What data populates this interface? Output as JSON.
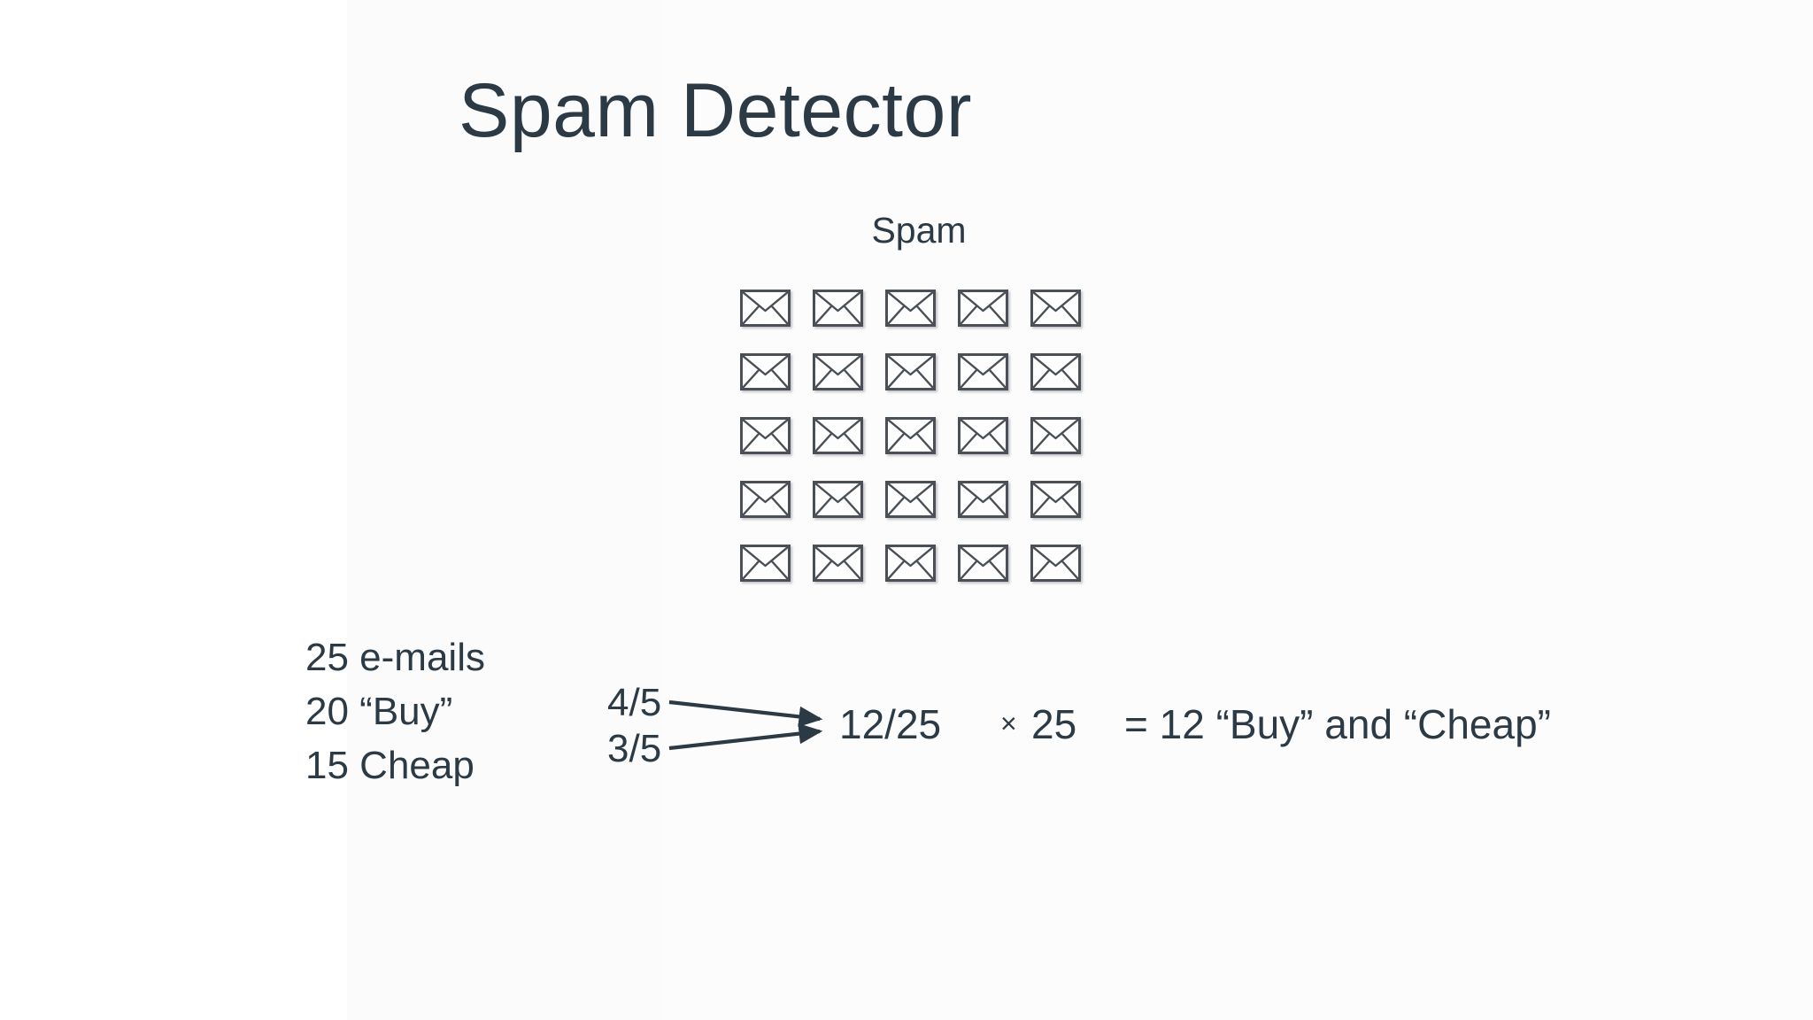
{
  "slide": {
    "title": "Spam Detector",
    "background_color": "#ffffff",
    "text_color": "#2b3a45"
  },
  "mail_group": {
    "label": "Spam",
    "rows": 5,
    "columns": 5,
    "total": 25,
    "icon": "envelope-icon"
  },
  "stats": {
    "line1": "25 e-mails",
    "line2": "20 “Buy”",
    "line3": "15 Cheap"
  },
  "fractions": {
    "buy_ratio": "4/5",
    "cheap_ratio": "3/5"
  },
  "equation": {
    "combined_ratio": "12/25",
    "times_symbol": "×",
    "total_emails": "25",
    "result": "= 12 “Buy” and “Cheap”"
  },
  "chart_data": {
    "type": "table",
    "title": "Spam Detector",
    "categories": [
      "e-mails",
      "“Buy”",
      "Cheap"
    ],
    "values": [
      25,
      20,
      15
    ],
    "derived": {
      "buy_fraction": "4/5",
      "cheap_fraction": "3/5",
      "joint_fraction": "12/25",
      "multiplier": 25,
      "expected_count": 12,
      "expected_label": "“Buy” and “Cheap”"
    },
    "icon_grid": {
      "label": "Spam",
      "rows": 5,
      "columns": 5,
      "count": 25
    }
  }
}
